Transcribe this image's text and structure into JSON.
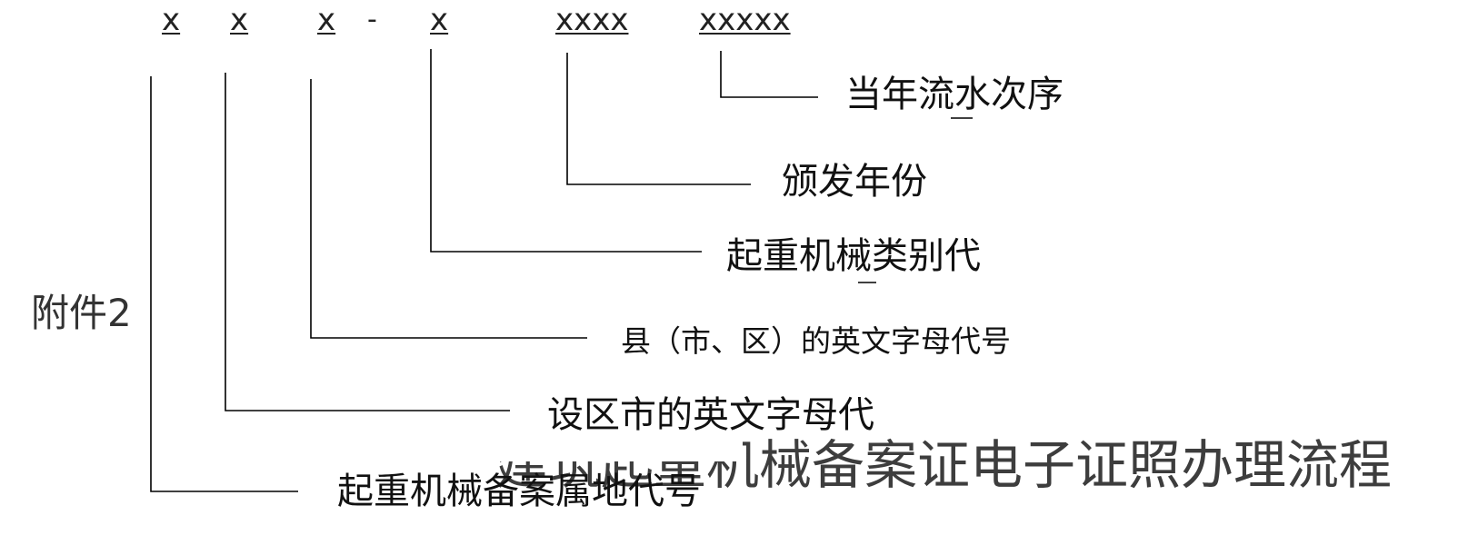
{
  "code_format": {
    "parts": [
      "x",
      "x",
      "x",
      "-",
      "x",
      "xxxx",
      "xxxxx"
    ]
  },
  "labels": {
    "sequence": "当年流水次序",
    "issue_year": "颁发年份",
    "category_code": "起重机械类别代",
    "county_code": "县（市、区）的英文字母代号",
    "city_code": "设区市的英文字母代",
    "filing_region_code": "起重机械备案属地代号"
  },
  "attachment": "附件2",
  "overlay_title": "建筑起重机械备案证电子证照办理流程"
}
